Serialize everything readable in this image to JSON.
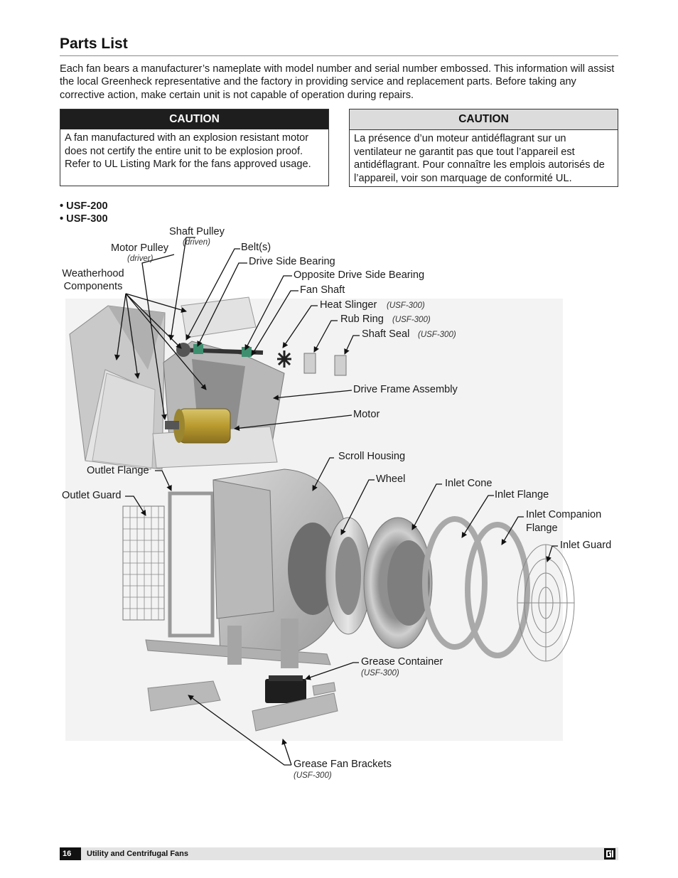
{
  "page": {
    "title": "Parts List",
    "intro": "Each fan bears a manufacturer’s nameplate with model number and serial number embossed. This information will assist the local Greenheck representative and the factory in providing service and replacement parts. Before taking any corrective action, make certain unit is not capable of operation during repairs."
  },
  "cautions": [
    {
      "heading": "CAUTION",
      "text": "A fan manufactured with an explosion resistant motor does not certify the entire unit to be explosion proof. Refer to UL Listing Mark for the fans approved usage."
    },
    {
      "heading": "CAUTION",
      "text": "La présence d’un moteur antidéflagrant sur un ventilateur ne garantit pas que tout l’appareil est antidéflagrant. Pour connaître les emplois autorisés de l’appareil, voir son marquage de conformité UL."
    }
  ],
  "models": [
    "• USF-200",
    "• USF-300"
  ],
  "labels": {
    "shaft_pulley": "Shaft Pulley",
    "shaft_pulley_note": "(driven)",
    "motor_pulley": "Motor Pulley",
    "motor_pulley_note": "(driver)",
    "belts": "Belt(s)",
    "drive_side_bearing": "Drive Side Bearing",
    "weatherhood_1": "Weatherhood",
    "weatherhood_2": "Components",
    "opposite_bearing": "Opposite Drive Side Bearing",
    "fan_shaft": "Fan Shaft",
    "heat_slinger": "Heat Slinger",
    "heat_slinger_note": "(USF-300)",
    "rub_ring": "Rub Ring",
    "rub_ring_note": "(USF-300)",
    "shaft_seal": "Shaft Seal",
    "shaft_seal_note": "(USF-300)",
    "drive_frame": "Drive Frame Assembly",
    "motor": "Motor",
    "scroll_housing": "Scroll Housing",
    "outlet_flange": "Outlet Flange",
    "wheel": "Wheel",
    "inlet_cone": "Inlet Cone",
    "outlet_guard": "Outlet Guard",
    "inlet_flange": "Inlet Flange",
    "inlet_companion_1": "Inlet Companion",
    "inlet_companion_2": "Flange",
    "inlet_guard": "Inlet Guard",
    "grease_container": "Grease Container",
    "grease_container_note": "(USF-300)",
    "grease_brackets": "Grease Fan Brackets",
    "grease_brackets_note": "(USF-300)"
  },
  "footer": {
    "page_number": "16",
    "text": "Utility and Centrifugal Fans"
  }
}
